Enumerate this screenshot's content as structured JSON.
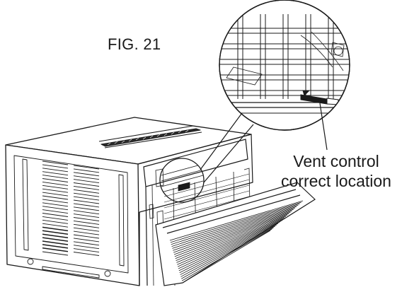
{
  "figure": {
    "label": "FIG. 21",
    "callout_line1": "Vent control",
    "callout_line2": "correct location"
  },
  "colors": {
    "line": "#1a1a1a",
    "background": "#ffffff"
  }
}
